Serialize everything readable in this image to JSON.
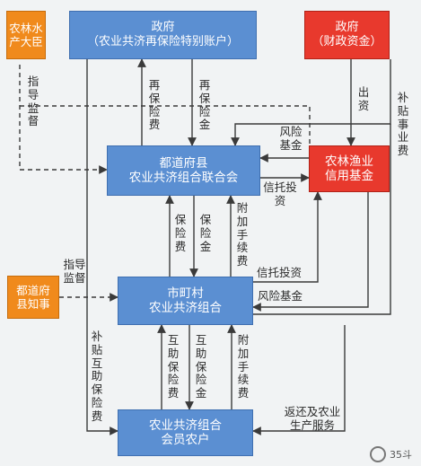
{
  "boxes": {
    "ministry": [
      "农林水",
      "产大臣"
    ],
    "govt_account": [
      "政府",
      "（农业共济再保险特别账户）"
    ],
    "govt_fiscal": [
      "政府",
      "（财政资金）"
    ],
    "prefectural_union": [
      "都道府县",
      "农业共济组合联合会"
    ],
    "credit_fund": [
      "农林渔业",
      "信用基金"
    ],
    "governor": [
      "都道府",
      "县知事"
    ],
    "municipal": [
      "市町村",
      "农业共济组合"
    ],
    "members": [
      "农业共济组合",
      "会员农户"
    ]
  },
  "labels": {
    "guidance_top": "指导监督",
    "reins_premium": "再保险费",
    "reins_money": "再保险金",
    "contribution": "出资",
    "subsidy_ops": "补贴事业费",
    "risk_fund_top": "风险基金",
    "trust_invest_top": "信托投资",
    "premium_mid": "保险费",
    "insurance_mid": "保险金",
    "surcharge_mid": "附加手续费",
    "guidance_gov": "指导监督",
    "trust_invest_mid": "信托投资",
    "risk_fund_mid": "风险基金",
    "subsidy_mutual": "补贴互助保险费",
    "mutual_premium": "互助保险费",
    "mutual_money": "互助保险金",
    "surcharge_bot": "附加手续费",
    "return_service": "返还及农业生产服务"
  },
  "watermark": "35斗"
}
